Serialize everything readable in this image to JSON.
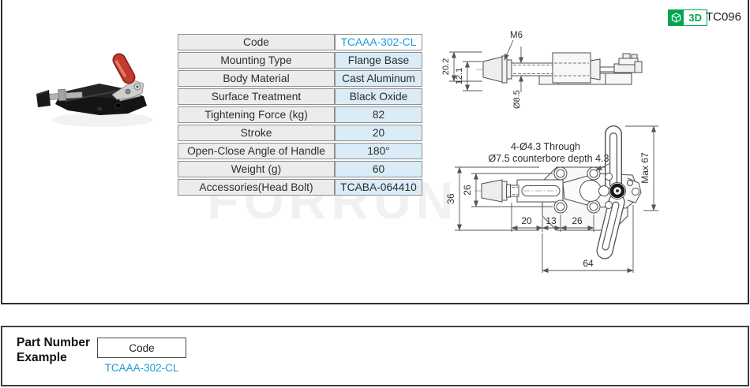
{
  "header": {
    "badge": "3D",
    "code": "TC096"
  },
  "watermark": {
    "text": "FORRUN"
  },
  "spec_table": {
    "rows": [
      {
        "label": "Code",
        "value": "TCAAA-302-CL"
      },
      {
        "label": "Mounting Type",
        "value": "Flange Base"
      },
      {
        "label": "Body Material",
        "value": "Cast Aluminum"
      },
      {
        "label": "Surface Treatment",
        "value": "Black Oxide"
      },
      {
        "label": "Tightening Force (kg)",
        "value": "82"
      },
      {
        "label": "Stroke",
        "value": "20"
      },
      {
        "label": "Open-Close Angle of Handle",
        "value": "180°"
      },
      {
        "label": "Weight (g)",
        "value": "60"
      },
      {
        "label": "Accessories(Head Bolt)",
        "value": "TCABA-064410"
      }
    ]
  },
  "side_view": {
    "m6": "M6",
    "d202": "20.2",
    "d121": "12.1",
    "d85": "Ø8.5"
  },
  "top_view": {
    "note1": "4-Ø4.3 Through",
    "note2": "Ø7.5 counterbore depth 4.3",
    "d36": "36",
    "d26v": "26",
    "dmax": "Max 67",
    "d20": "20",
    "d13": "13",
    "d26h": "26",
    "d64": "64"
  },
  "pn": {
    "line1": "Part Number",
    "line2": "Example",
    "code_label": "Code",
    "code_value": "TCAAA-302-CL"
  },
  "colors": {
    "accent_blue": "#1e9cd8",
    "brand_green": "#00a551",
    "table_label_bg": "#ececec",
    "table_value_bg": "#d9ecf7"
  }
}
